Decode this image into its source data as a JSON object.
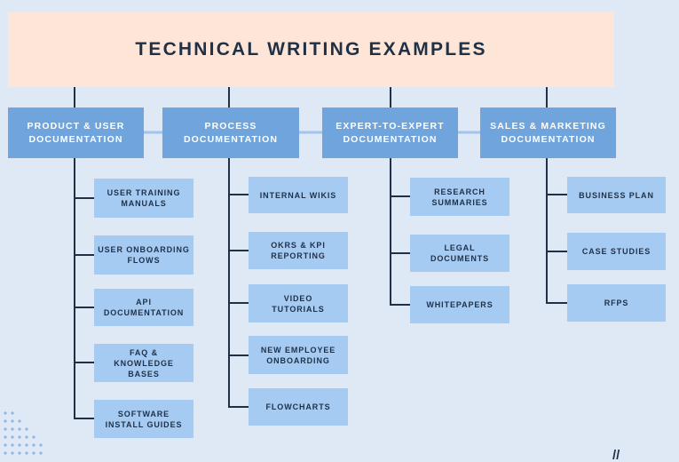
{
  "title": "TECHNICAL WRITING EXAMPLES",
  "categories": [
    {
      "label": "PRODUCT & USER\nDOCUMENTATION",
      "items": [
        "USER TRAINING\nMANUALS",
        "USER ONBOARDING\nFLOWS",
        "API\nDOCUMENTATION",
        "FAQ &\nKNOWLEDGE BASES",
        "SOFTWARE\nINSTALL GUIDES"
      ]
    },
    {
      "label": "PROCESS\nDOCUMENTATION",
      "items": [
        "INTERNAL WIKIS",
        "OKRS & KPI\nREPORTING",
        "VIDEO\nTUTORIALS",
        "NEW EMPLOYEE\nONBOARDING",
        "FLOWCHARTS"
      ]
    },
    {
      "label": "EXPERT-TO-EXPERT\nDOCUMENTATION",
      "items": [
        "RESEARCH\nSUMMARIES",
        "LEGAL\nDOCUMENTS",
        "WHITEPAPERS"
      ]
    },
    {
      "label": "SALES & MARKETING\nDOCUMENTATION",
      "items": [
        "BUSINESS PLAN",
        "CASE STUDIES",
        "RFPS"
      ]
    }
  ],
  "colors": {
    "background": "#dfe9f6",
    "title_box": "#fde5d7",
    "category_box": "#6fa4dc",
    "leaf_box": "#a6cbf3",
    "connector": "#1f3047",
    "category_link": "#9fc4ee",
    "text_dark": "#1f3047"
  },
  "logo_text": "//"
}
